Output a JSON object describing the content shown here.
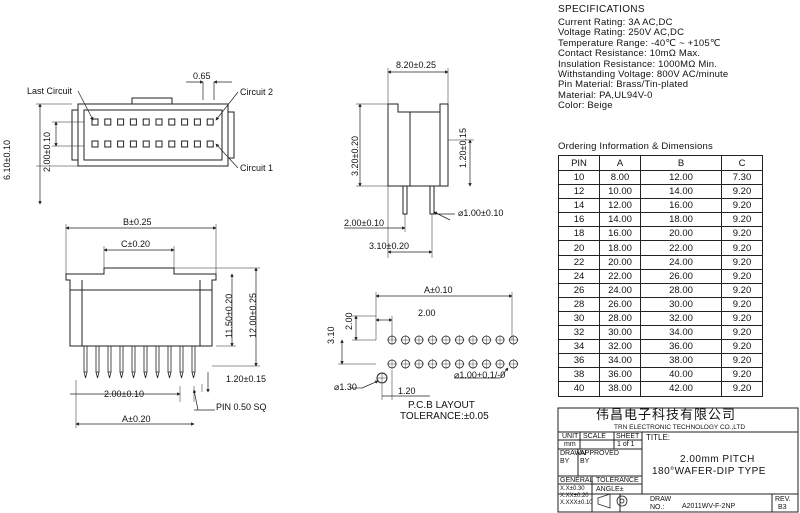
{
  "specifications": {
    "heading": "SPECIFICATIONS",
    "lines": [
      "Current Rating: 3A AC,DC",
      "Voltage Rating: 250V AC,DC",
      "Temperature Range: -40℃ ~ +105℃",
      "Contact Resistance: 10mΩ Max.",
      "Insulation Resistance: 1000MΩ Min.",
      "Withstanding Voltage: 800V AC/minute",
      "Pin Material: Brass/Tin-plated",
      "Material: PA,UL94V-0",
      "Color: Beige"
    ]
  },
  "ordering": {
    "heading": "Ordering Information & Dimensions",
    "columns": [
      "PIN",
      "A",
      "B",
      "C"
    ],
    "rows": [
      [
        "10",
        "8.00",
        "12.00",
        "7.30"
      ],
      [
        "12",
        "10.00",
        "14.00",
        "9.20"
      ],
      [
        "14",
        "12.00",
        "16.00",
        "9.20"
      ],
      [
        "16",
        "14.00",
        "18.00",
        "9.20"
      ],
      [
        "18",
        "16.00",
        "20.00",
        "9.20"
      ],
      [
        "20",
        "18.00",
        "22.00",
        "9.20"
      ],
      [
        "22",
        "20.00",
        "24.00",
        "9.20"
      ],
      [
        "24",
        "22.00",
        "26.00",
        "9.20"
      ],
      [
        "26",
        "24.00",
        "28.00",
        "9.20"
      ],
      [
        "28",
        "26.00",
        "30.00",
        "9.20"
      ],
      [
        "30",
        "28.00",
        "32.00",
        "9.20"
      ],
      [
        "32",
        "30.00",
        "34.00",
        "9.20"
      ],
      [
        "34",
        "32.00",
        "36.00",
        "9.20"
      ],
      [
        "36",
        "34.00",
        "38.00",
        "9.20"
      ],
      [
        "38",
        "36.00",
        "40.00",
        "9.20"
      ],
      [
        "40",
        "38.00",
        "42.00",
        "9.20"
      ]
    ]
  },
  "top_view": {
    "dim_065": "0.65",
    "last_circuit": "Last Circuit",
    "circuit_2": "Circuit 2",
    "circuit_1": "Circuit 1",
    "dim_610": "6.10±0.10",
    "dim_200": "2.00±0.10"
  },
  "side_view": {
    "dim_width": "8.20±0.25",
    "dim_320": "3.20±0.20",
    "dim_120": "1.20±0.15",
    "dim_pin_dia": "⌀1.00±0.10",
    "dim_200": "2.00±0.10",
    "dim_310": "3.10±0.20"
  },
  "front_view": {
    "dim_b": "B±0.25",
    "dim_c": "C±0.20",
    "dim_1150": "11.50±0.20",
    "dim_1200": "12.00±0.25",
    "dim_120": "1.20±0.15",
    "dim_pitch": "2.00±0.10",
    "dim_a": "A±0.20",
    "pin_label": "PIN 0.50 SQ"
  },
  "pcb_layout": {
    "dim_a": "A±0.10",
    "dim_200_h": "2.00",
    "dim_200_v": "2.00",
    "dim_310": "3.10",
    "dim_hole": "⌀1.30",
    "dim_120": "1.20",
    "dim_pin_hole": "⌀1.00+0.1/-0",
    "title": "P.C.B LAYOUT",
    "tolerance": "TOLERANCE:±0.05"
  },
  "title_block": {
    "company_cn": "伟昌电子科技有限公司",
    "company_en": "TRN ELECTRONIC TECHNOLOGY CO.,LTD",
    "unit_label": "UNIT",
    "unit_value": "mm",
    "scale_label": "SCALE",
    "scale_value": "",
    "sheet_label": "SHEET",
    "sheet_value": "1 of 1",
    "title_label": "TITLE:",
    "title_line1": "2.00mm PITCH",
    "title_line2": "180°WAFER-DIP TYPE",
    "drawn_label": "DRAWN BY",
    "approved_label": "APPROVED BY",
    "general_label": "GENERAL",
    "tolerance_label": "TOLERANCE",
    "tol1": "X.X±0.30",
    "tol2": "X.XX±0.20",
    "tol3": "X.XXX±0.10",
    "angle_label": "ANGLE±",
    "draw_no_label": "DRAW NO.:",
    "draw_no": "A2011WV-F-2NP",
    "rev_label": "REV.",
    "rev_value": "B3"
  }
}
